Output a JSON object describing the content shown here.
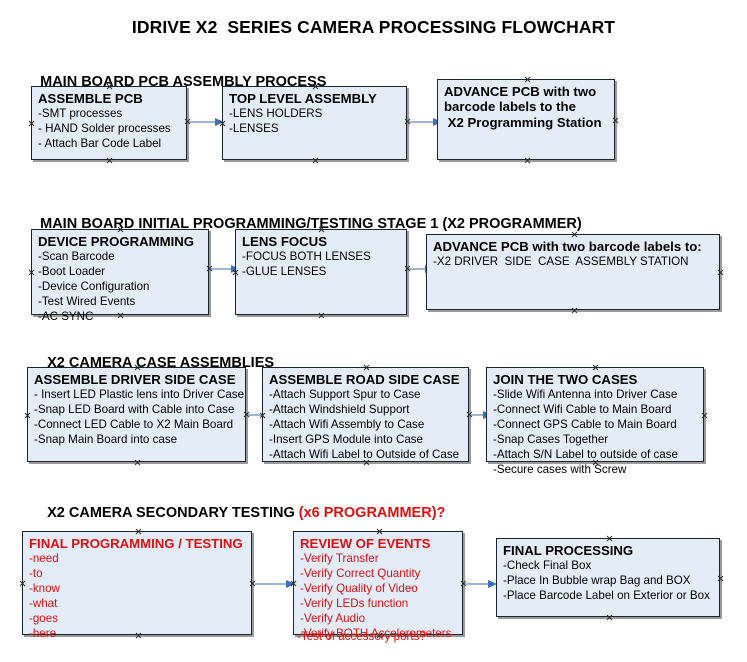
{
  "document": {
    "title": "IDRIVE X2  SERIES CAMERA PROCESSING FLOWCHART"
  },
  "colors": {
    "node_fill": "#e4ecf8",
    "node_border": "#1b2430",
    "node_shadow": "#9a9a9a",
    "connector": "#9fb6d4",
    "arrow_head": "#3f6fb5",
    "text": "#000000",
    "accent_red": "#e01010",
    "background": "#ffffff"
  },
  "sections": [
    {
      "id": "main-board-pcb-assembly-process",
      "heading": "MAIN BOARD PCB ASSEMBLY PROCESS",
      "heading_accent": "",
      "nodes": [
        {
          "id": "assemble-pcb",
          "title": "ASSEMBLE PCB",
          "lines": [
            "-SMT processes",
            "- HAND Solder processes",
            "- Attach Bar Code Label"
          ],
          "red": false
        },
        {
          "id": "top-level-assembly",
          "title": "TOP LEVEL ASSEMBLY",
          "lines": [
            "-LENS HOLDERS",
            "-LENSES"
          ],
          "red": false
        },
        {
          "id": "advance-pcb-to-x2-programming-station",
          "title": "ADVANCE PCB with two\nbarcode labels to the\n X2 Programming Station",
          "lines": [],
          "red": false
        }
      ]
    },
    {
      "id": "main-board-initial-programming-testing-stage-1",
      "heading": "MAIN BOARD INITIAL PROGRAMMING/TESTING STAGE 1 (X2 PROGRAMMER)",
      "heading_accent": "",
      "nodes": [
        {
          "id": "device-programming",
          "title": "DEVICE PROGRAMMING",
          "lines": [
            "-Scan Barcode",
            "-Boot Loader",
            "-Device Configuration",
            "-Test Wired Events",
            "-AC SYNC"
          ],
          "red": false
        },
        {
          "id": "lens-focus",
          "title": "LENS FOCUS",
          "lines": [
            "-FOCUS BOTH LENSES",
            "-GLUE LENSES"
          ],
          "red": false
        },
        {
          "id": "advance-pcb-to-driver-side-case-assembly-station",
          "title": "ADVANCE PCB with two barcode labels to:",
          "lines": [
            "-X2 DRIVER  SIDE  CASE  ASSEMBLY STATION"
          ],
          "red": false
        }
      ]
    },
    {
      "id": "x2-camera-case-assemblies",
      "heading": "X2 CAMERA CASE ASSEMBLIES",
      "heading_accent": "",
      "nodes": [
        {
          "id": "assemble-driver-side-case",
          "title": "ASSEMBLE DRIVER SIDE CASE",
          "lines": [
            "- Insert LED Plastic lens into Driver Case",
            "-Snap LED Board with Cable into Case",
            "-Connect LED Cable to X2 Main Board",
            "-Snap Main Board into case"
          ],
          "red": false
        },
        {
          "id": "assemble-road-side-case",
          "title": "ASSEMBLE ROAD SIDE CASE",
          "lines": [
            "-Attach Support Spur to Case",
            "-Attach Windshield Support",
            "-Attach Wifi Assembly to Case",
            "-Insert GPS Module into Case",
            "-Attach Wifi Label to Outside of Case"
          ],
          "red": false
        },
        {
          "id": "join-the-two-cases",
          "title": "JOIN THE TWO CASES",
          "lines": [
            "-Slide Wifi Antenna into Driver Case",
            "-Connect Wifi Cable to Main Board",
            "-Connect GPS Cable to Main Board",
            "-Snap Cases Together",
            "-Attach S/N Label to outside of case",
            "-Secure cases with Screw"
          ],
          "red": false
        }
      ]
    },
    {
      "id": "x2-camera-secondary-testing",
      "heading": "X2 CAMERA SECONDARY TESTING ",
      "heading_accent": "(x6 PROGRAMMER)?",
      "nodes": [
        {
          "id": "final-programming-testing",
          "title": "FINAL PROGRAMMING / TESTING",
          "lines": [
            "-need",
            "-to",
            "-know",
            "-what",
            "-goes",
            "-here"
          ],
          "red": true
        },
        {
          "id": "review-of-events",
          "title": "REVIEW OF EVENTS",
          "lines": [
            "-Verify Transfer",
            "-Verify Correct Quantity",
            "-Verify Quality of Video",
            "-Verify LEDs function",
            "-Verify Audio",
            "-Verify BOTH Accelerometers"
          ],
          "overflow_line": "-Test of accessory ports?",
          "red": true
        },
        {
          "id": "final-processing",
          "title": "FINAL PROCESSING",
          "lines": [
            "-Check Final Box",
            "-Place In Bubble wrap Bag and BOX",
            "-Place Barcode Label on Exterior or Box"
          ],
          "red": false
        }
      ]
    }
  ]
}
